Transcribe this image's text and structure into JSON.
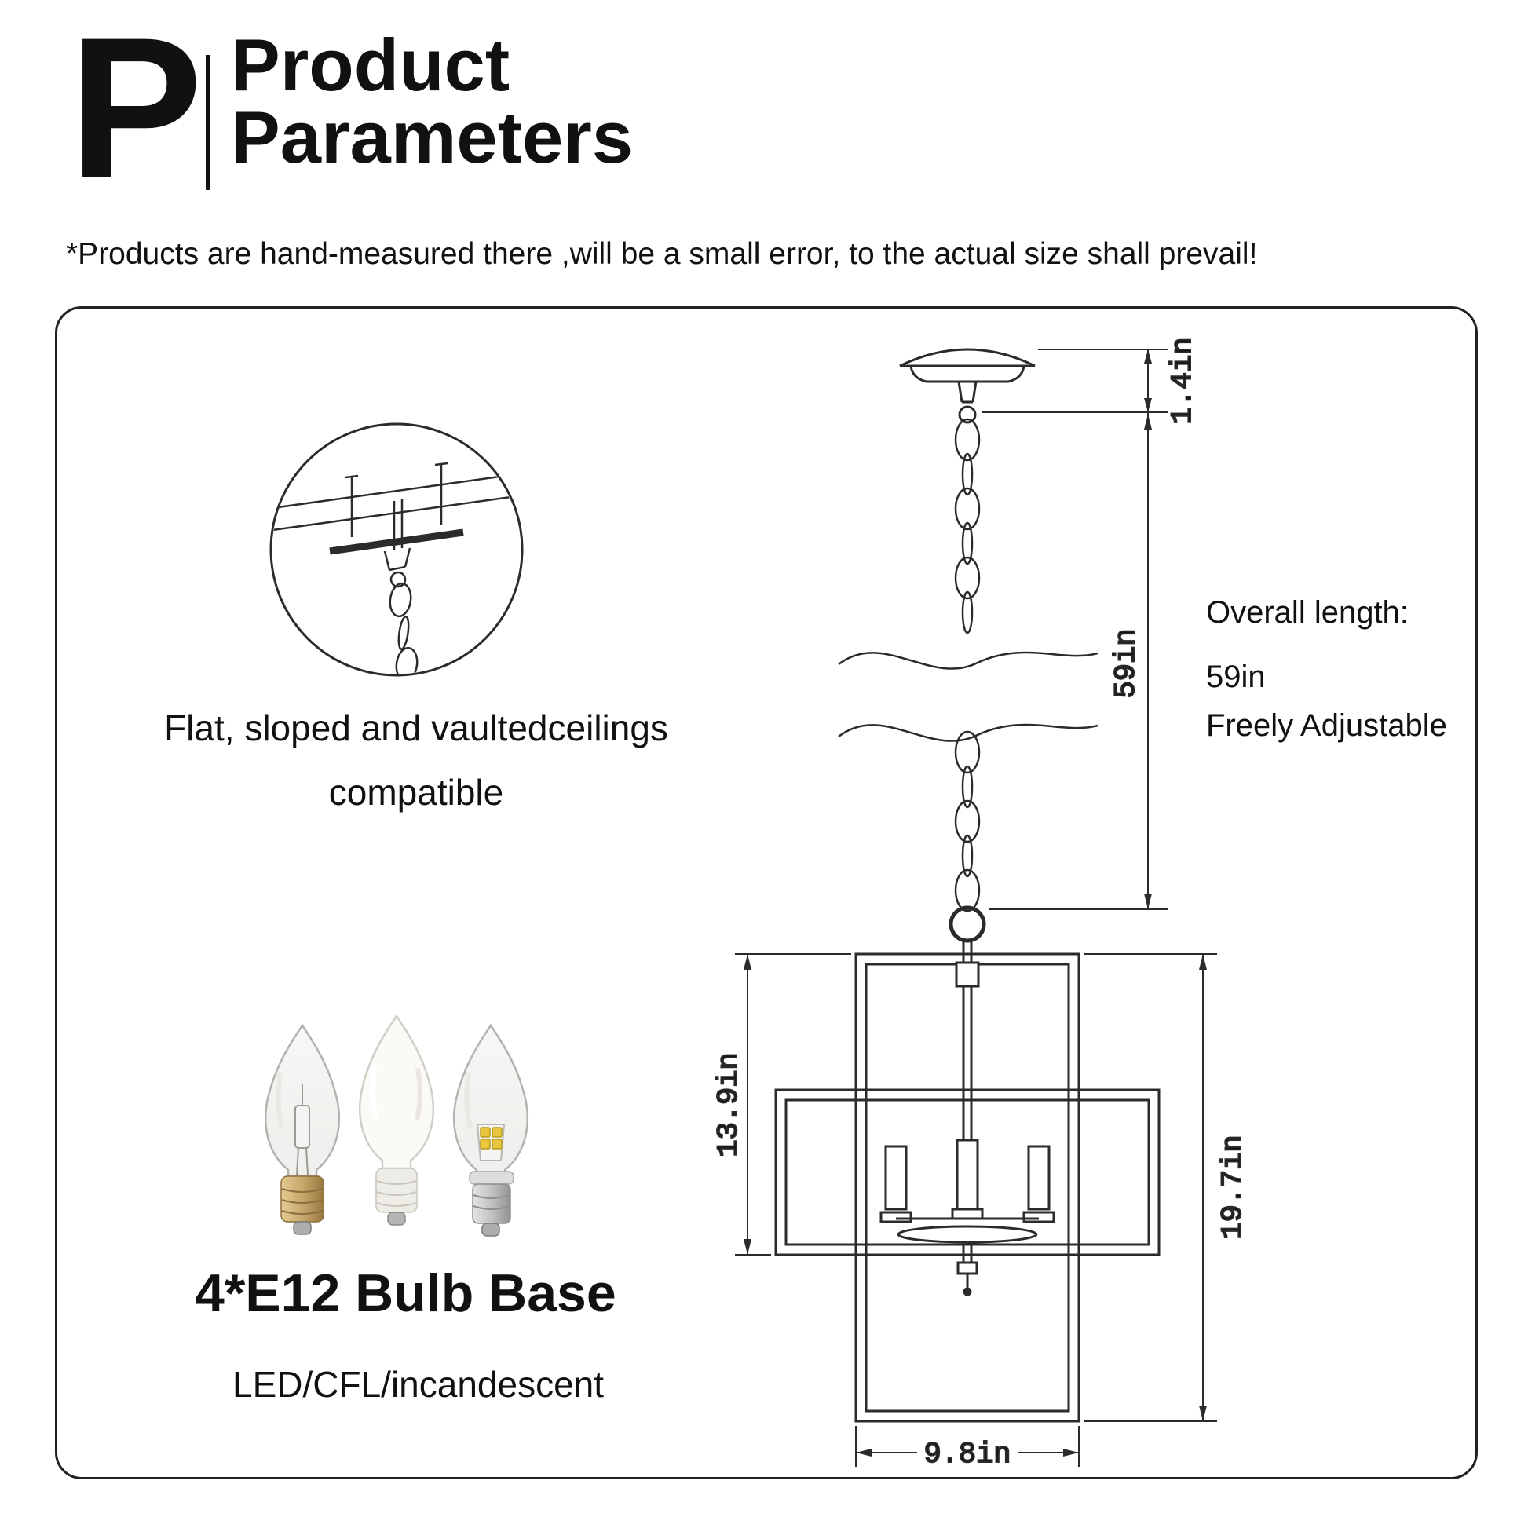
{
  "header": {
    "initial": "P",
    "title_line1": "Product",
    "title_line2": "Parameters"
  },
  "disclaimer": "*Products are hand-measured there ,will be a small error, to the actual size shall prevail!",
  "ceiling_note": {
    "line1": "Flat, sloped and vaultedceilings",
    "line2": "compatible"
  },
  "overall_length": {
    "label": "Overall length:",
    "value": "59in",
    "note": "Freely Adjustable"
  },
  "bulb": {
    "title": "4*E12 Bulb Base",
    "subtitle": "LED/CFL/incandescent"
  },
  "dimensions": {
    "canopy_height": "1.4in",
    "overall_length": "59in",
    "frame_upper_height": "13.9in",
    "frame_total_height": "19.7in",
    "frame_width": "9.8in"
  },
  "colors": {
    "line": "#2b2b2b",
    "brass": "#c7a76b",
    "silver": "#bdbdbd",
    "led_chip": "#e9c63e"
  }
}
